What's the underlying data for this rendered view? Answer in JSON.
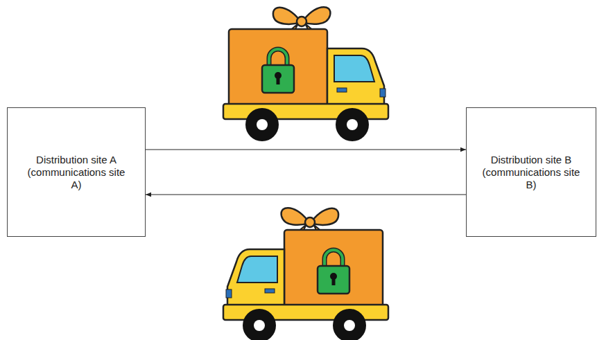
{
  "diagram": {
    "nodes": [
      {
        "text": [
          "Distribution site A (communications site A)"
        ]
      },
      {
        "text": [
          "Distribution site B (communications site B)"
        ]
      }
    ],
    "edges": [
      {
        "from": 0,
        "to": 1,
        "arrow": "to"
      },
      {
        "from": 1,
        "to": 0,
        "arrow": "to"
      }
    ]
  }
}
